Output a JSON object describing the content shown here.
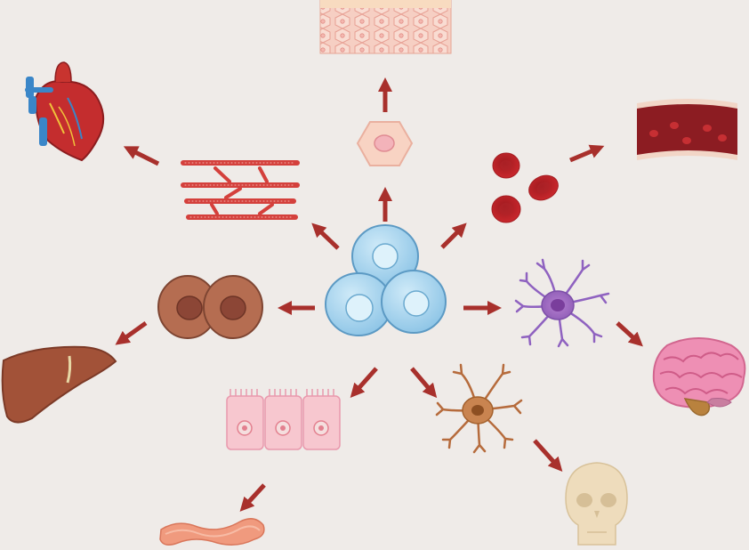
{
  "diagram": {
    "type": "stem-cell-differentiation",
    "background": "#efebe8",
    "arrow_color": "#a8302c",
    "center": {
      "name": "stem-cells",
      "icon": "stem-cell-cluster-icon",
      "color": "#a9d6ee"
    },
    "branches": [
      {
        "cell": "epithelial-cell",
        "cell_icon": "epithelial-cell-icon",
        "tissue": "skin-tissue",
        "tissue_icon": "skin-tissue-icon"
      },
      {
        "cell": "red-blood-cells",
        "cell_icon": "red-blood-cell-icon",
        "tissue": "blood-vessel",
        "tissue_icon": "blood-vessel-icon"
      },
      {
        "cell": "neuron",
        "cell_icon": "neuron-icon",
        "tissue": "brain",
        "tissue_icon": "brain-icon"
      },
      {
        "cell": "osteocyte",
        "cell_icon": "osteocyte-icon",
        "tissue": "skull",
        "tissue_icon": "skull-icon"
      },
      {
        "cell": "intestinal-epithelial-cells",
        "cell_icon": "intestinal-cell-icon",
        "tissue": "intestine",
        "tissue_icon": "intestine-icon"
      },
      {
        "cell": "hepatocytes",
        "cell_icon": "hepatocyte-icon",
        "tissue": "liver",
        "tissue_icon": "liver-icon"
      },
      {
        "cell": "cardiomyocytes",
        "cell_icon": "cardiac-muscle-icon",
        "tissue": "heart",
        "tissue_icon": "heart-icon"
      }
    ]
  }
}
